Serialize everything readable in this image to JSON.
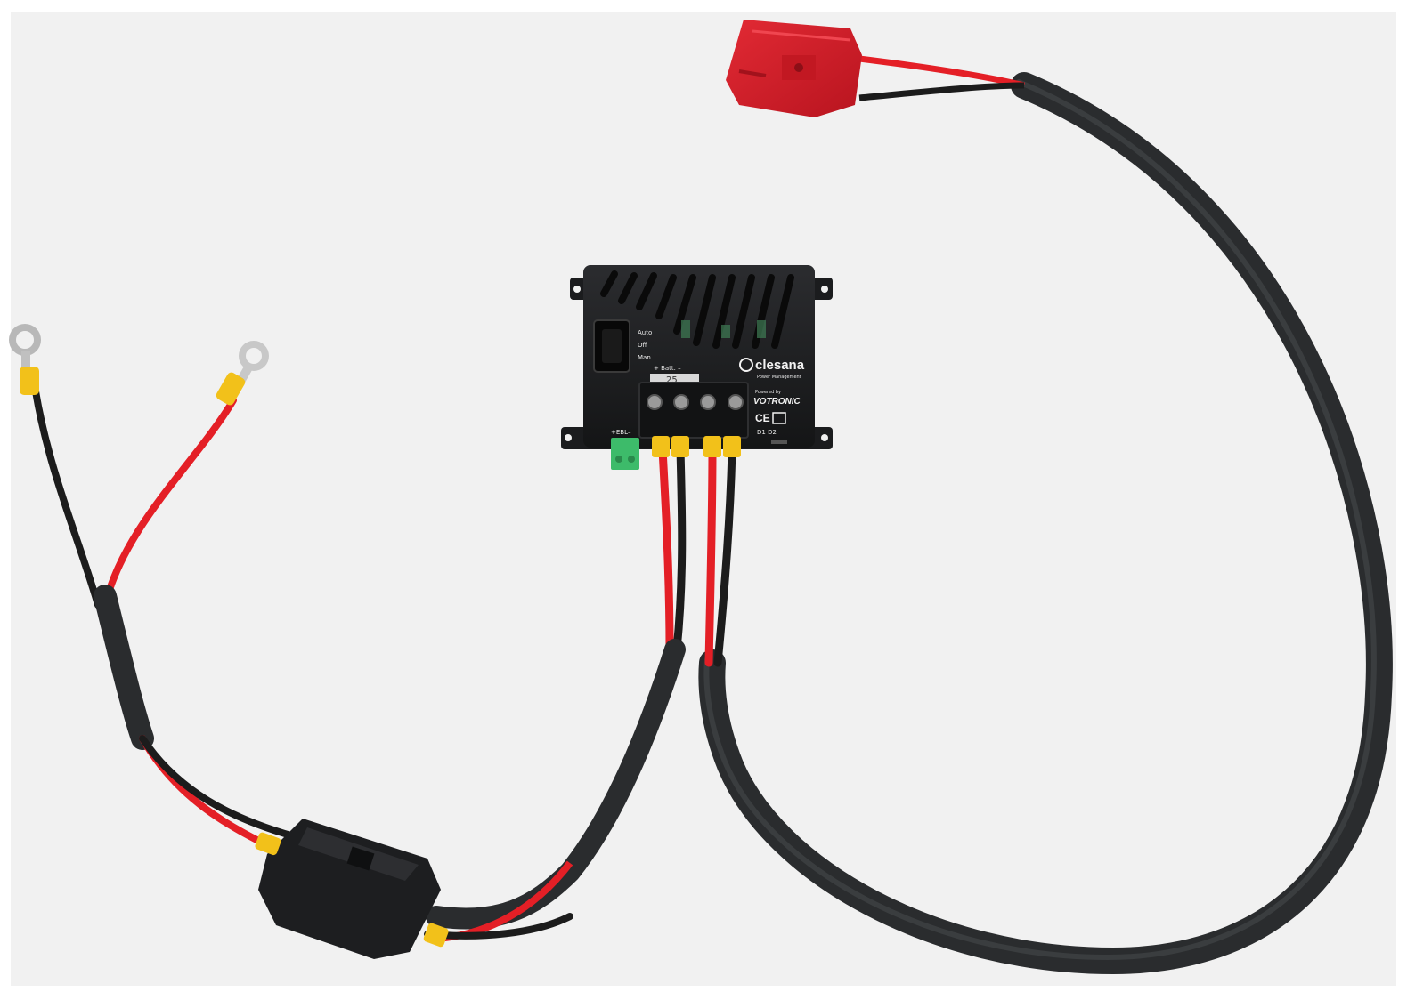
{
  "colors": {
    "background": "#f1f1f1",
    "cable_black": "#2e3032",
    "wire_red": "#e41f26",
    "wire_black": "#1c1c1c",
    "connector_red": "#d71f2b",
    "ferrule_yellow": "#f2c11a",
    "terminal_green": "#3dbb6a",
    "housing_black": "#1d1e20"
  },
  "icons": {
    "ring_terminal": "ring-terminal-icon",
    "fuse_holder": "fuse-holder-icon",
    "anderson_plug": "anderson-connector-icon",
    "switch": "rocker-switch-icon",
    "ce_mark": "ce-mark-icon",
    "manual": "manual-book-icon"
  },
  "device": {
    "switch_labels": [
      "Auto",
      "Off",
      "Man"
    ],
    "batt_label": "+ Batt. –",
    "fuse_value": "25",
    "brand": "clesana",
    "brand_sub": "Power Management",
    "powered_by": "Powered by",
    "manufacturer": "VOTRONIC",
    "ce": "CE",
    "d_labels": "D1 D2",
    "ebl_label": "+EBL–"
  }
}
